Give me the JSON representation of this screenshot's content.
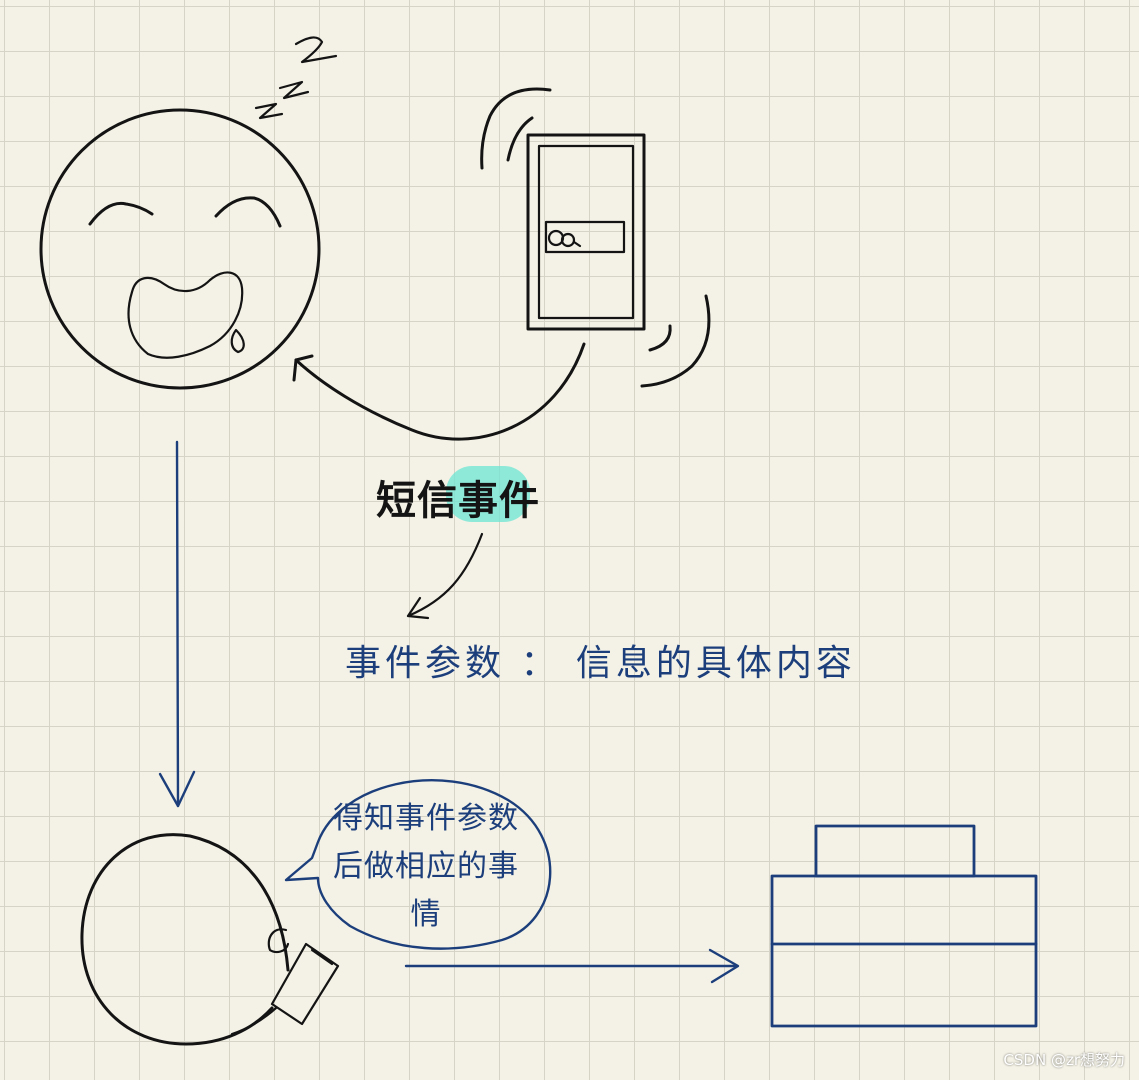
{
  "labels": {
    "sms_event": "短信事件",
    "event_params": "事件参数 ： 信息的具体内容",
    "speech_bubble": "得知事件参数后做相应的事情"
  },
  "watermark": "CSDN @zr想努力",
  "colors": {
    "paper": "#f4f2e6",
    "grid": "#d6d3c7",
    "black_ink": "#141414",
    "blue_ink": "#1c3f7c",
    "highlighter": "#6ee6d4"
  },
  "icons": {
    "sleeping_person": "sleeping-face-icon",
    "phone": "ringing-phone-icon",
    "awake_person": "person-with-phone-icon",
    "output": "box-icon"
  }
}
